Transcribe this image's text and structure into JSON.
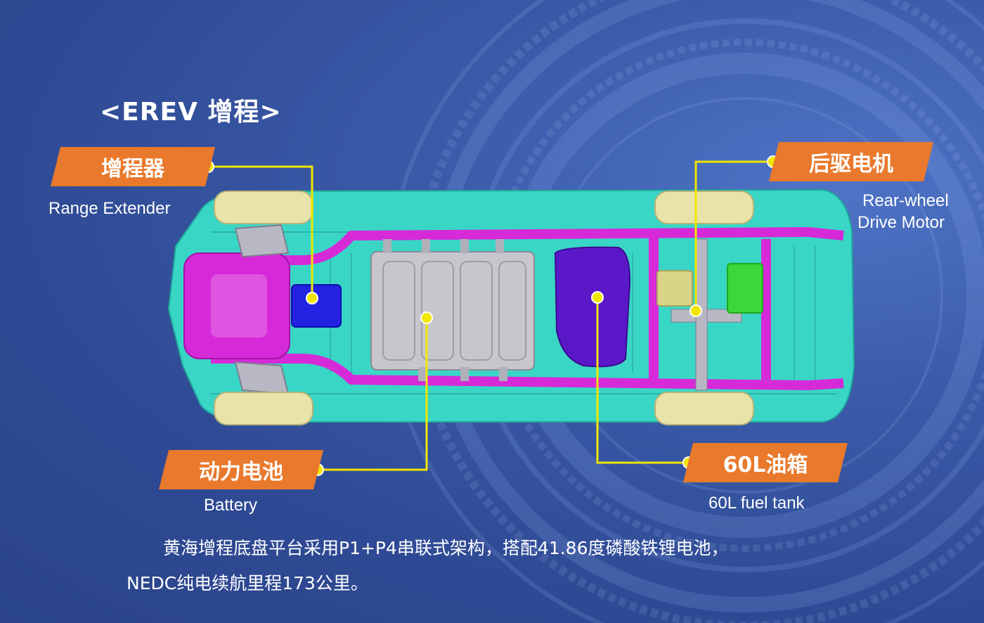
{
  "title": "<EREV 增程>",
  "callouts": {
    "range_extender": {
      "zh": "增程器",
      "en": "Range Extender"
    },
    "rear_motor": {
      "zh": "后驱电机",
      "en_line1": "Rear-wheel",
      "en_line2": "Drive Motor"
    },
    "battery": {
      "zh": "动力电池",
      "en": "Battery"
    },
    "fuel_tank": {
      "zh": "60L油箱",
      "en": "60L fuel tank"
    }
  },
  "description": {
    "line1": "黄海增程底盘平台采用P1+P4串联式架构，搭配41.86度磷酸铁锂电池，",
    "line2": "NEDC纯电续航里程173公里。"
  },
  "colors": {
    "tag": "#e9792c",
    "leader": "#f2e600",
    "body": "#39d6c6",
    "frame": "#d62ad8",
    "battery_pack": "#c6c6cc",
    "fuel_tank": "#5a18c8",
    "wheel": "#e8e3a8",
    "engine_block": "#2222e0",
    "motor_module": "#3ad83a"
  }
}
